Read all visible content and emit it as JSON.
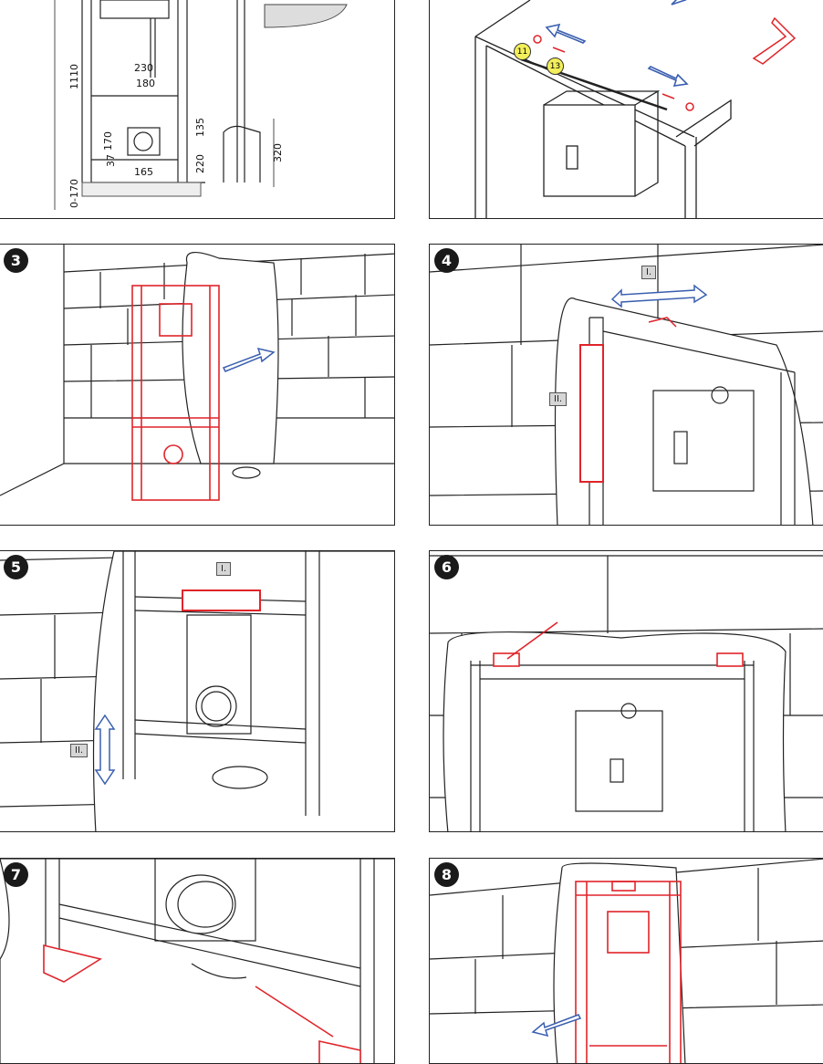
{
  "panels": [
    {
      "step": "",
      "labels": []
    },
    {
      "step": "",
      "labels": []
    },
    {
      "step": "3",
      "labels": []
    },
    {
      "step": "4",
      "labels": [
        "I.",
        "II."
      ]
    },
    {
      "step": "5",
      "labels": [
        "I.",
        "II."
      ]
    },
    {
      "step": "6",
      "labels": []
    },
    {
      "step": "7",
      "labels": []
    },
    {
      "step": "8",
      "labels": []
    }
  ],
  "dimensions": {
    "d1110": "1110",
    "d230": "230",
    "d180": "180",
    "d135": "135",
    "d170": "170",
    "d37": "37",
    "d220": "220",
    "d165": "165",
    "d0170": "0-170",
    "d320": "320"
  },
  "callouts": {
    "c11": "11",
    "c13": "13"
  },
  "colors": {
    "frame": "#e0242a",
    "arrow": "#3a5fb0",
    "line": "#222222"
  }
}
